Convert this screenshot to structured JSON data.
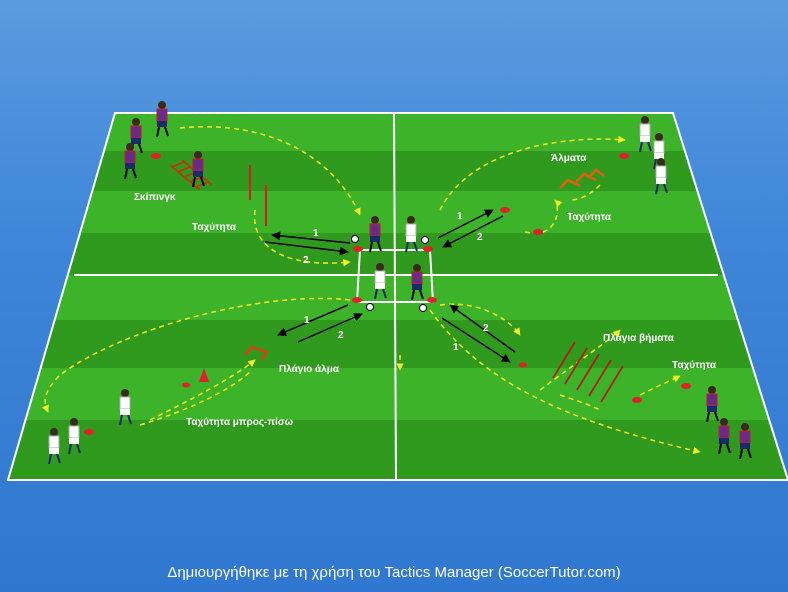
{
  "labels": {
    "skipping": "Σκίπινγκ",
    "speed_tl": "Ταχύτητα",
    "jumps": "Άλματα",
    "speed_tr": "Ταχύτητα",
    "side_jump": "Πλάγιο άλμα",
    "speed_back_forth": "Ταχύτητα μπρος-πίσω",
    "side_steps": "Πλάγια βήματα",
    "speed_br": "Ταχύτητα"
  },
  "numbers": {
    "n1": "1",
    "n2": "2"
  },
  "footer": "Δημιουργήθηκε με τη χρήση του Tactics Manager (SoccerTutor.com)",
  "colors": {
    "pitch_dark": "#2f9a1e",
    "pitch_light": "#3fb327",
    "line": "#ffffff",
    "team_red_blue_shirt": "#7a2a7a",
    "team_white_shirt": "#ffffff",
    "cone": "#e0202a",
    "dashed_path": "#f0f020",
    "pass_arrow": "#000000",
    "hurdle": "#d44000",
    "ladder": "#c83010"
  }
}
